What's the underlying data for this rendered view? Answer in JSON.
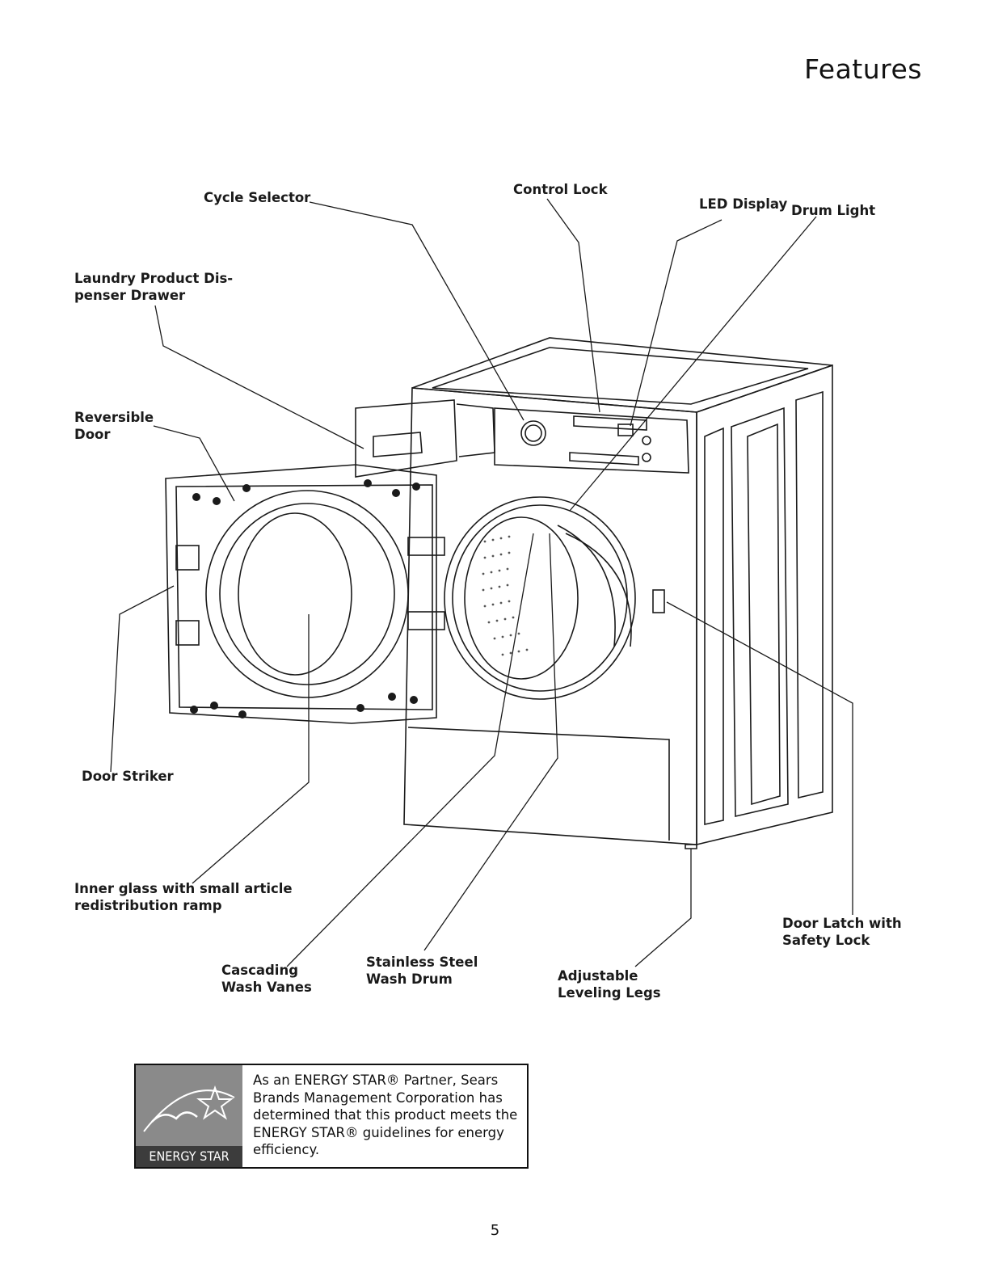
{
  "page": {
    "title": "Features",
    "page_number": "5"
  },
  "labels": {
    "cycle_selector": "Cycle Selector",
    "control_lock": "Control Lock",
    "led_display": "LED Display",
    "dispenser_line1": "Laundry Product Dis-",
    "dispenser_line2": "penser Drawer",
    "drum_light": "Drum Light",
    "reversible_line1": "Reversible",
    "reversible_line2": "Door",
    "door_striker": "Door Striker",
    "inner_glass_line1": "Inner glass with small article",
    "inner_glass_line2": "redistribution ramp",
    "door_latch_line1": "Door Latch with",
    "door_latch_line2": "Safety Lock",
    "cascading_line1": "Cascading",
    "cascading_line2": "Wash Vanes",
    "drum_line1": "Stainless Steel",
    "drum_line2": "Wash Drum",
    "legs_line1": "Adjustable",
    "legs_line2": "Leveling Legs"
  },
  "energy_star": {
    "logo_text": "ENERGY STAR",
    "line1": "As an ENERGY STAR® Partner, Sears",
    "line2": "Brands Management Corporation has",
    "line3": "determined that this product meets the",
    "line4": "ENERGY STAR® guidelines for energy",
    "line5": "efficiency."
  }
}
